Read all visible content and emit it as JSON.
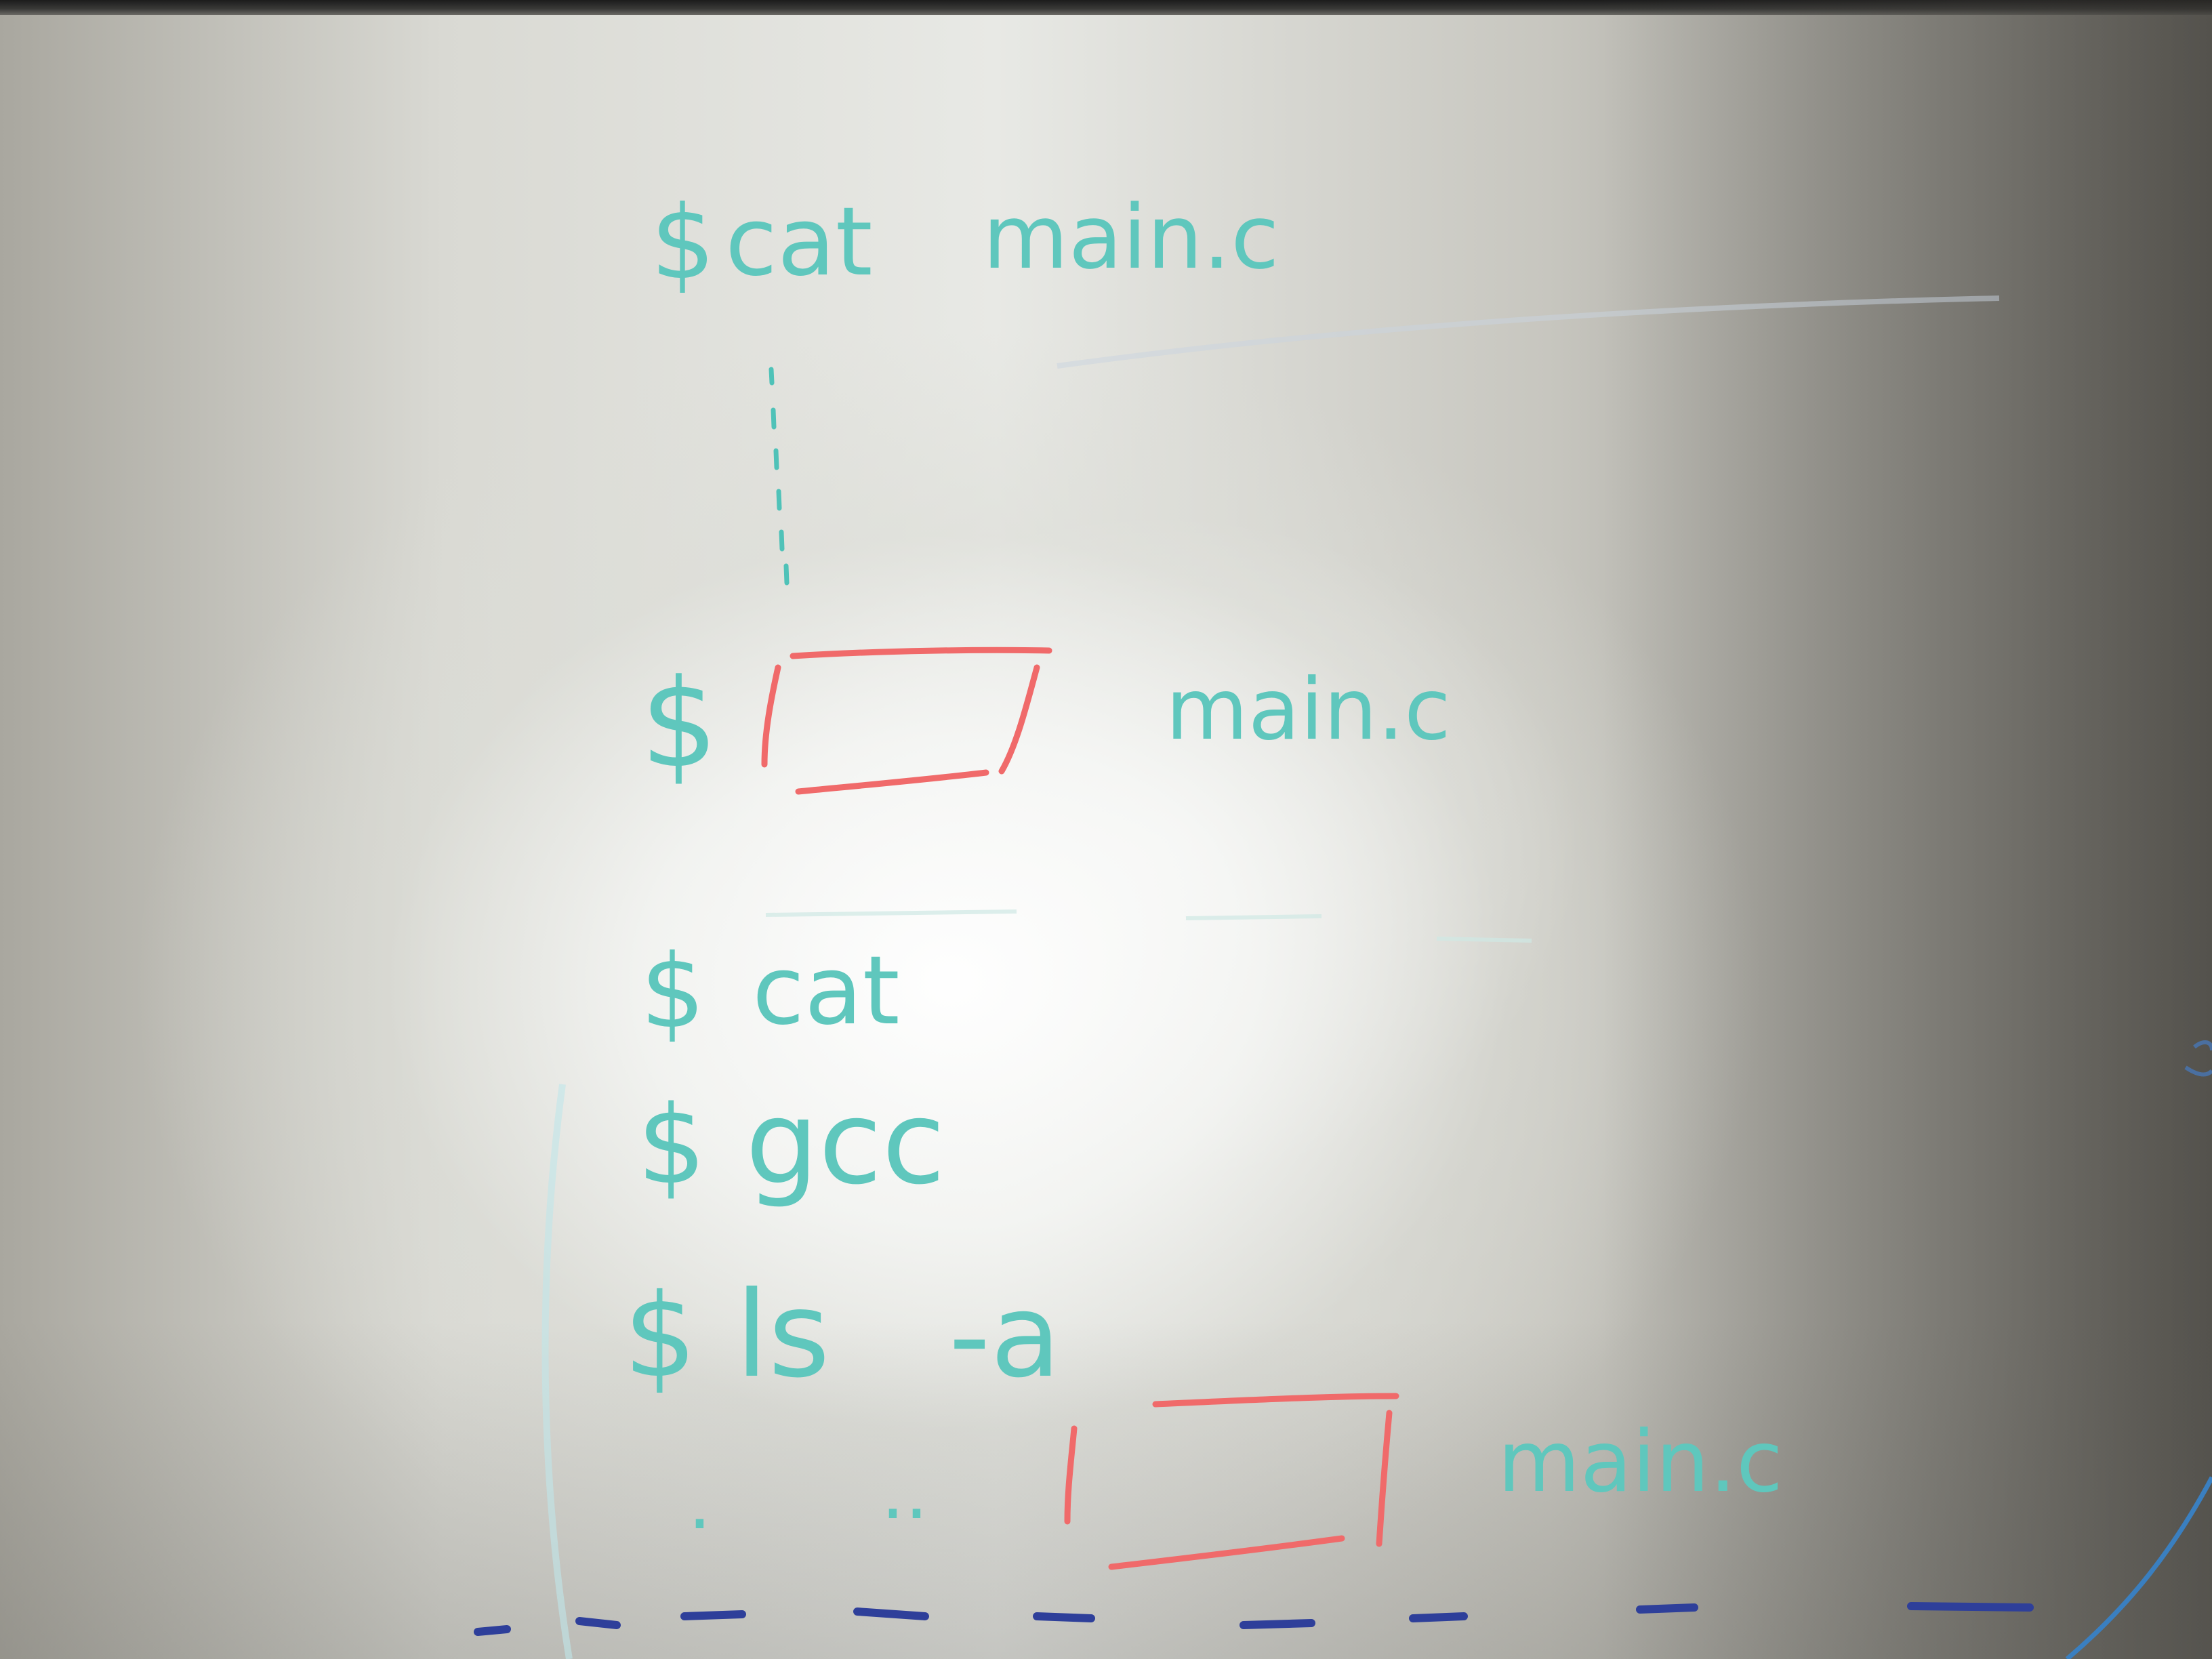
{
  "whiteboard": {
    "lines": [
      {
        "prompt": "$",
        "command": "cat",
        "argument": "main.c"
      },
      {
        "prompt": "$",
        "command": "",
        "argument": "main.c"
      },
      {
        "prompt": "$",
        "command": "cat",
        "argument": ""
      },
      {
        "prompt": "$",
        "command": "gcc",
        "argument": ""
      },
      {
        "prompt": "$",
        "command": "ls",
        "argument": "-a"
      }
    ],
    "listing": {
      "dot": ".",
      "dotdot": "..",
      "file": "main.c"
    },
    "colors": {
      "teal_marker": "#4fc2b8",
      "red_marker": "#f06a6a",
      "navy_marker": "#2e3f9a"
    }
  }
}
